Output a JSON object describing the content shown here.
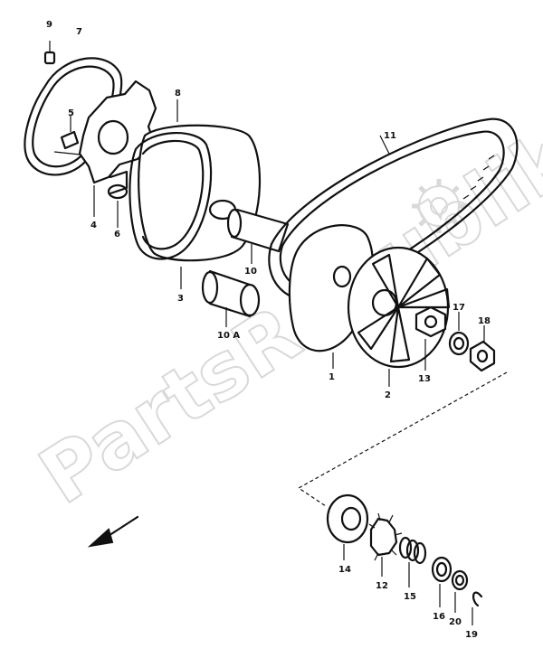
{
  "watermark": {
    "text": "PartsRepublik"
  },
  "callouts": {
    "c1": "1",
    "c2": "2",
    "c3": "3",
    "c4": "4",
    "c5": "5",
    "c6": "6",
    "c7": "7",
    "c8": "8",
    "c9": "9",
    "c10": "10",
    "c10a": "10 A",
    "c11": "11",
    "c12": "12",
    "c13": "13",
    "c14": "14",
    "c15": "15",
    "c16": "16",
    "c17": "17",
    "c18": "18",
    "c19": "19",
    "c20": "20"
  },
  "icons": {
    "direction": "arrow-front-icon",
    "watermark_logo": "gear-icon"
  }
}
